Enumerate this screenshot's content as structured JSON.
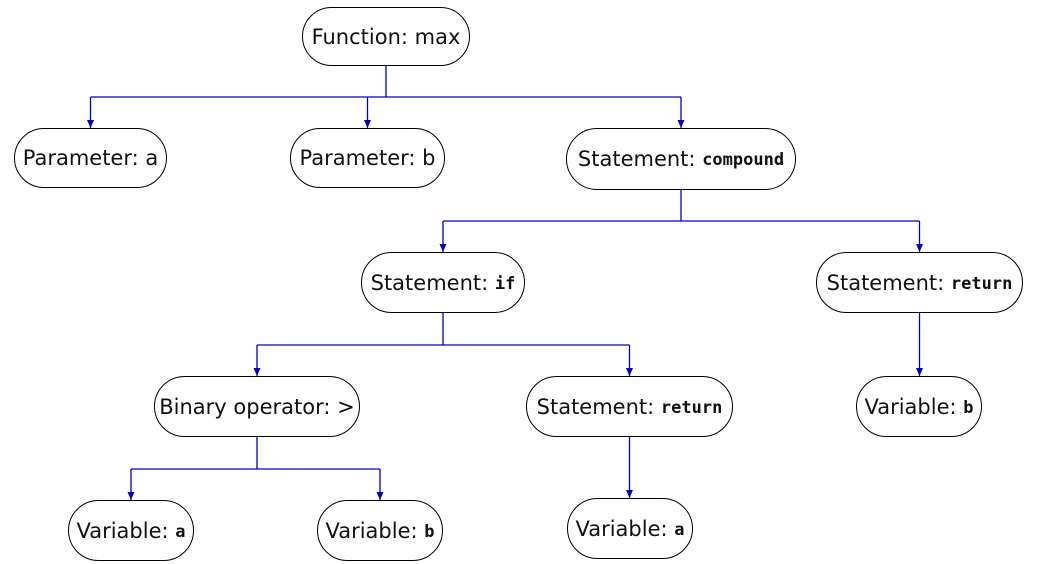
{
  "colors": {
    "edge": "#0000cc",
    "node_border": "#000000",
    "text": "#111111"
  },
  "nodes": {
    "function_max": {
      "kind": "Function:",
      "value": "max"
    },
    "param_a": {
      "kind": "Parameter:",
      "value": "a"
    },
    "param_b": {
      "kind": "Parameter:",
      "value": "b"
    },
    "stmt_compound": {
      "kind": "Statement:",
      "value": "compound"
    },
    "stmt_if": {
      "kind": "Statement:",
      "value": "if"
    },
    "stmt_return_outer": {
      "kind": "Statement:",
      "value": "return"
    },
    "binary_op": {
      "kind": "Binary operator:",
      "value": ">"
    },
    "stmt_return_inner": {
      "kind": "Statement:",
      "value": "return"
    },
    "var_b_outer": {
      "kind": "Variable:",
      "value": "b"
    },
    "var_a_left": {
      "kind": "Variable:",
      "value": "a"
    },
    "var_b_left": {
      "kind": "Variable:",
      "value": "b"
    },
    "var_a_return": {
      "kind": "Variable:",
      "value": "a"
    }
  },
  "edges": [
    [
      "function_max",
      "param_a"
    ],
    [
      "function_max",
      "param_b"
    ],
    [
      "function_max",
      "stmt_compound"
    ],
    [
      "stmt_compound",
      "stmt_if"
    ],
    [
      "stmt_compound",
      "stmt_return_outer"
    ],
    [
      "stmt_if",
      "binary_op"
    ],
    [
      "stmt_if",
      "stmt_return_inner"
    ],
    [
      "stmt_return_outer",
      "var_b_outer"
    ],
    [
      "binary_op",
      "var_a_left"
    ],
    [
      "binary_op",
      "var_b_left"
    ],
    [
      "stmt_return_inner",
      "var_a_return"
    ]
  ]
}
